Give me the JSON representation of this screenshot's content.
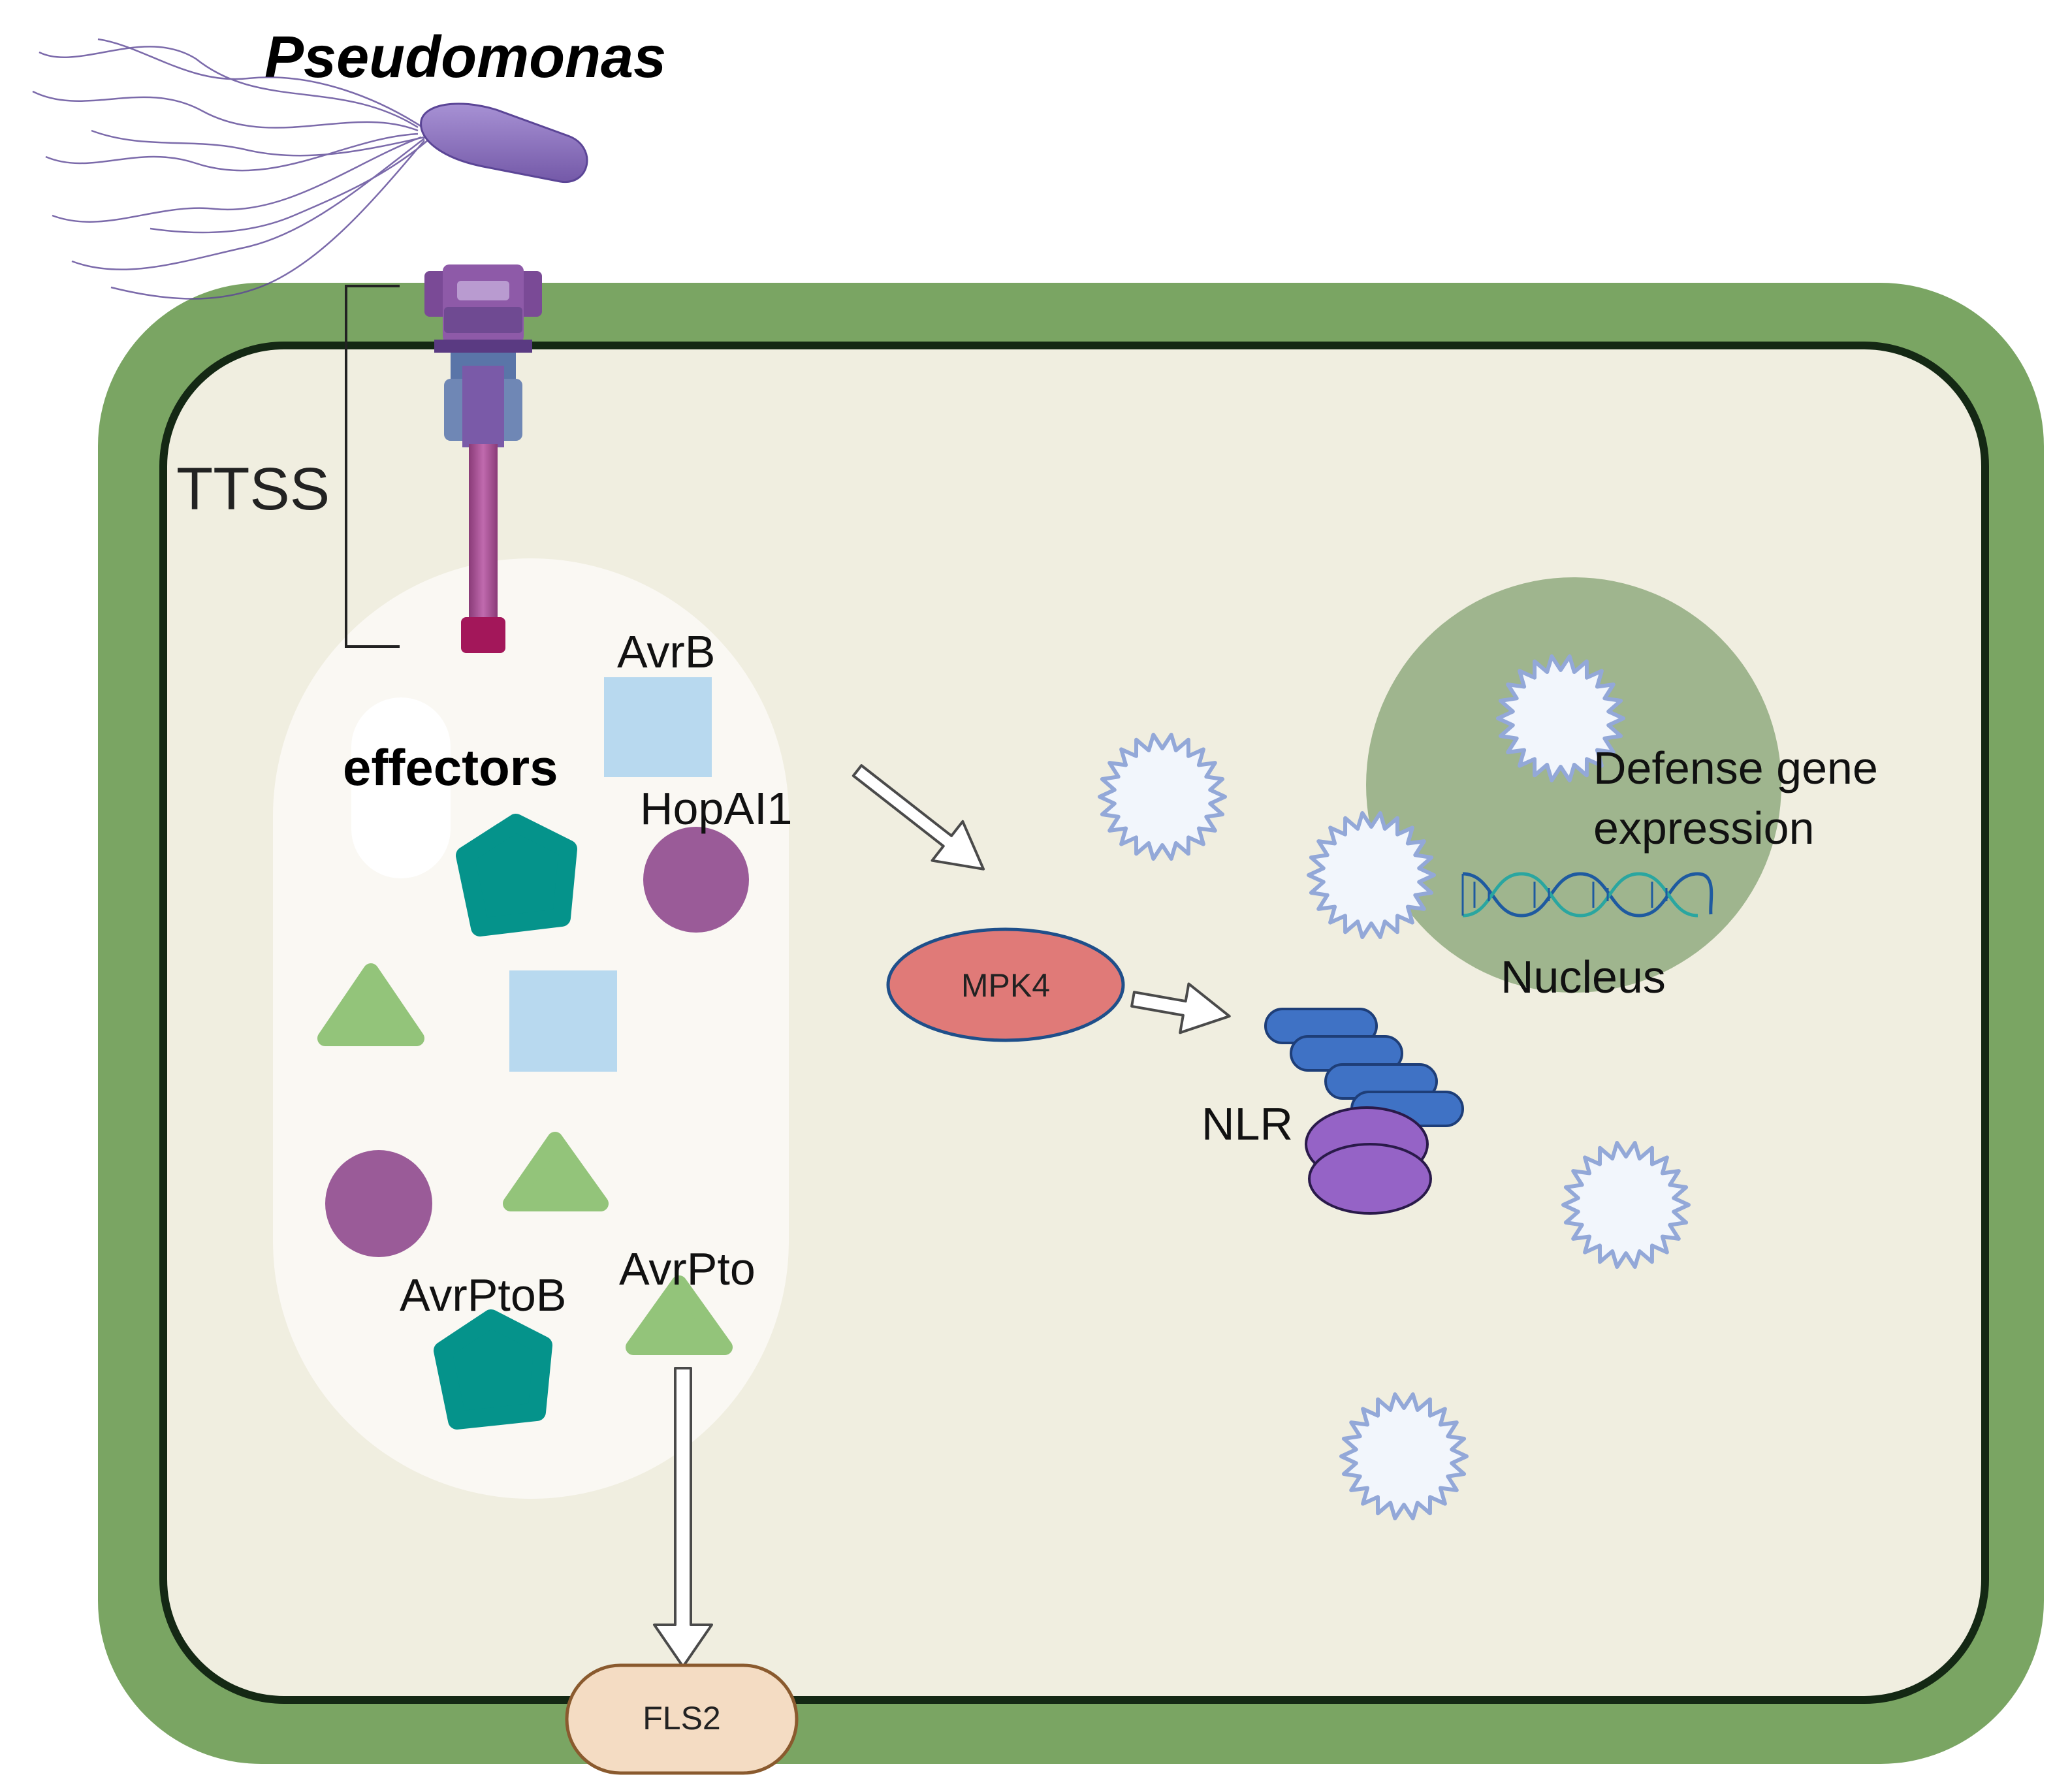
{
  "labels": {
    "organism": "Pseudomonas",
    "secretion_system": "TTSS",
    "effectors": "effectors",
    "effector_avrb": "AvrB",
    "effector_hopai1": "HopAI1",
    "effector_avrptob": "AvrPtoB",
    "effector_avrpto": "AvrPto",
    "kinase": "MPK4",
    "receptor": "NLR",
    "nucleus": "Nucleus",
    "defense_line1": "Defense gene",
    "defense_line2": "expression",
    "membrane_receptor": "FLS2"
  },
  "colors": {
    "cell_wall": "#7aa563",
    "cytoplasm": "#f0eee0",
    "membrane": "#142814",
    "vesicle": "#faf8f3",
    "nucleus": "#9fb58e",
    "bacterium": "#8a72b8",
    "flagella": "#5b4596",
    "ttss_purple": "#8e5aa8",
    "ttss_tube": "#a2498c",
    "teal": "#05938b",
    "purple_circle": "#9a5b98",
    "green_triangle": "#93c47a",
    "blue_square": "#b8d9ef",
    "mpk4_fill": "#e07a78",
    "mpk4_stroke": "#1f4f8a",
    "nlr_blue": "#3f72c5",
    "nlr_purple": "#9563c6",
    "fls2_fill": "#f4dcc3",
    "fls2_stroke": "#8a5a2e",
    "star_stroke": "#93a8d8",
    "star_fill": "#f2f6fc",
    "dna_blue": "#1e5aa0",
    "dna_teal": "#2aa6a0"
  },
  "icons": [
    "bacterium-icon",
    "type-three-secretion-icon",
    "dna-icon",
    "nlr-protein-icon",
    "signal-star-icon",
    "arrow-icon"
  ]
}
